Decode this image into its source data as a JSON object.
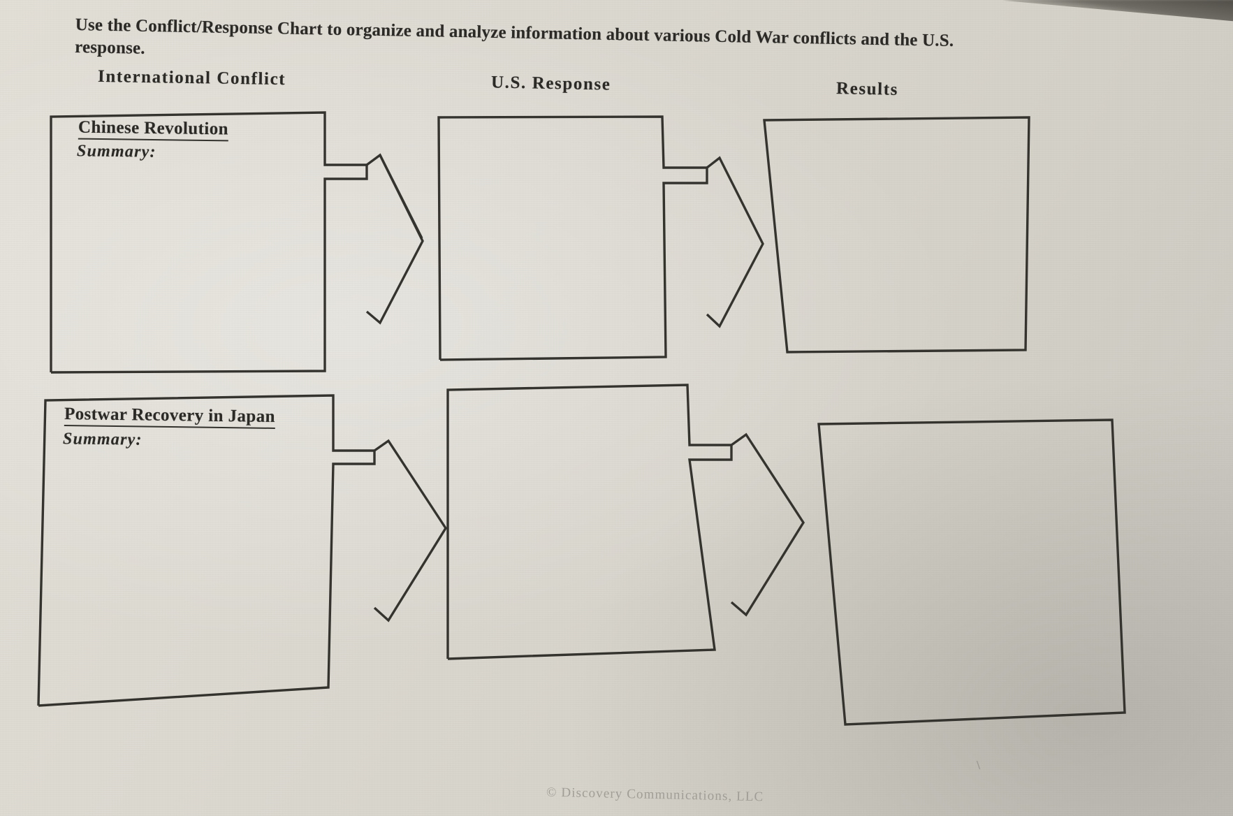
{
  "worksheet": {
    "instructions": "Use the Conflict/Response Chart to organize and analyze information about various Cold War conflicts and the U.S. response.",
    "copyright": "© Discovery Communications, LLC",
    "stray_mark": "\\"
  },
  "columns": [
    {
      "id": "international-conflict",
      "label": "International Conflict"
    },
    {
      "id": "us-response",
      "label": "U.S. Response"
    },
    {
      "id": "results",
      "label": "Results"
    }
  ],
  "rows": [
    {
      "id": "row-chinese-revolution",
      "conflict": {
        "title": "Chinese Revolution",
        "summary_label": "Summary:",
        "value": ""
      },
      "response": {
        "value": ""
      },
      "results": {
        "value": ""
      }
    },
    {
      "id": "row-postwar-japan",
      "conflict": {
        "title": "Postwar Recovery in Japan",
        "summary_label": "Summary:",
        "value": ""
      },
      "response": {
        "value": ""
      },
      "results": {
        "value": ""
      }
    }
  ],
  "colors": {
    "paper": "#d9d6ce",
    "ink": "#35332e",
    "text": "#2c2a26",
    "faint_text": "#9c9a93"
  }
}
